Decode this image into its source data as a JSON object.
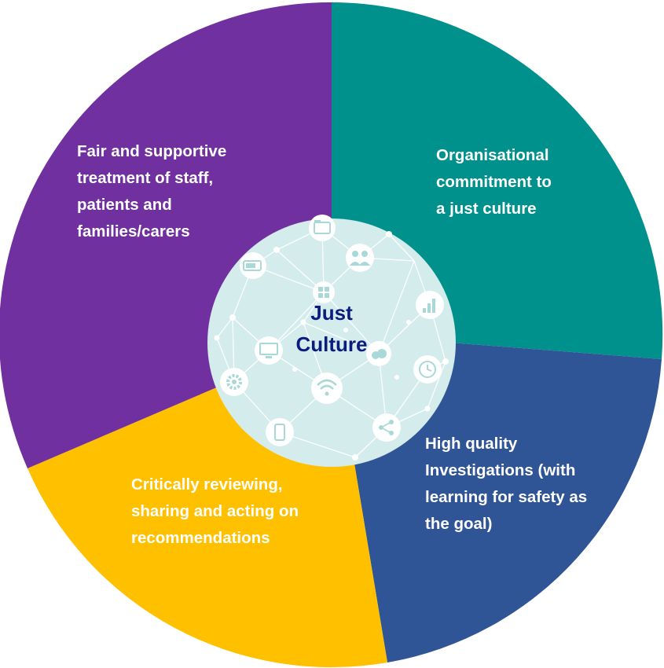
{
  "center": {
    "title": "Just\nCulture"
  },
  "segments": [
    {
      "id": "commitment",
      "label": "Organisational\ncommitment to\na just culture",
      "color": "#00918c"
    },
    {
      "id": "investigations",
      "label": "High quality\nInvestigations (with\nlearning for safety as\nthe goal)",
      "color": "#2f5597"
    },
    {
      "id": "reviewing",
      "label": "Critically reviewing,\nsharing and acting on\nrecommendations",
      "color": "#ffc000"
    },
    {
      "id": "fair",
      "label": "Fair and supportive\ntreatment of staff,\npatients and\nfamilies/carers",
      "color": "#7030a0"
    }
  ],
  "colors": {
    "center_fill": "#d4ecec",
    "center_text": "#0b1c80",
    "network_lines": "#ffffff"
  },
  "icons": [
    "folder-icon",
    "people-icon",
    "battery-icon",
    "windows-icon",
    "bar-chart-icon",
    "monitor-icon",
    "cloud-icon",
    "clock-icon",
    "gear-icon",
    "wifi-icon",
    "phone-icon",
    "share-icon"
  ]
}
